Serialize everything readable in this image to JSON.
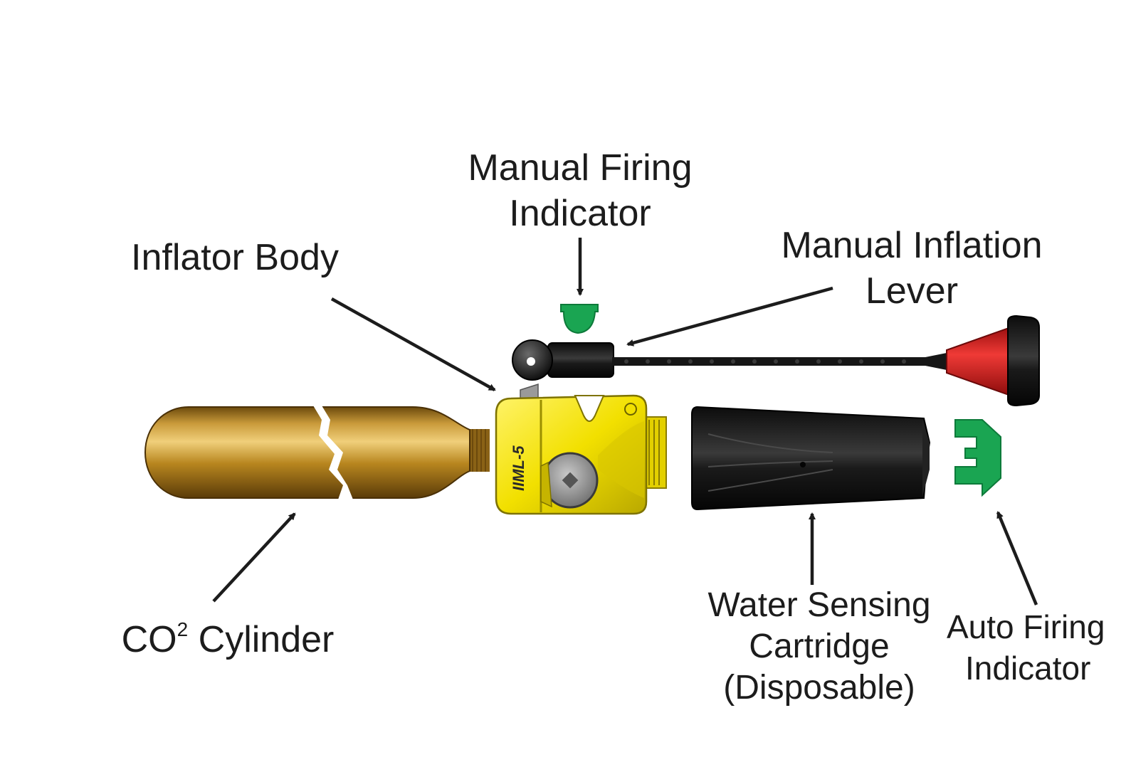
{
  "labels": {
    "manual_firing_indicator": {
      "line1": "Manual Firing",
      "line2": "Indicator"
    },
    "manual_inflation_lever": {
      "line1": "Manual Inflation",
      "line2": "Lever"
    },
    "inflator_body": {
      "line1": "Inflator Body"
    },
    "co2_cylinder": {
      "prefix": "CO",
      "superscript": "2",
      "suffix": " Cylinder"
    },
    "water_sensing_cartridge": {
      "line1": "Water Sensing",
      "line2": "Cartridge",
      "line3": "(Disposable)"
    },
    "auto_firing_indicator": {
      "line1": "Auto Firing",
      "line2": "Indicator"
    }
  },
  "device_marking": "IIML-5",
  "colors": {
    "cylinder_gold": "#b8861f",
    "inflator_yellow": "#f2e000",
    "indicator_green": "#1aa552",
    "lever_red": "#e5211f",
    "black_parts": "#151515",
    "arrow": "#1c1c1c"
  }
}
